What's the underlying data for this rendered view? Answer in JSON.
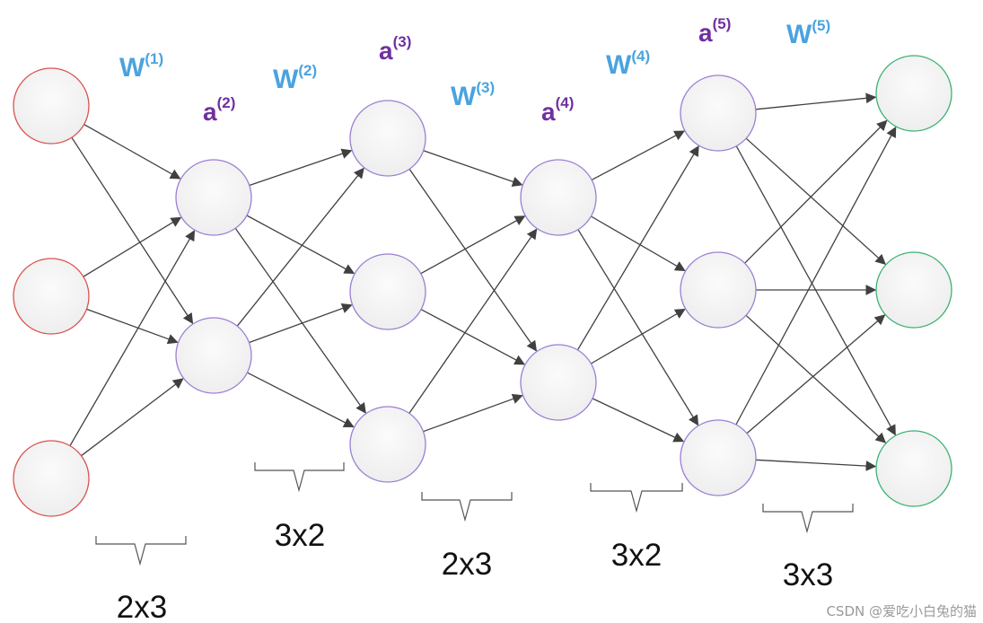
{
  "colors": {
    "input_node": "#d9534f",
    "hidden_node": "#9b7fd4",
    "output_node": "#3cb371",
    "weight_label": "#4aa3df",
    "activation_label": "#7030a0",
    "edge": "#404040"
  },
  "weight_labels": [
    {
      "base": "W",
      "sup": "(1)"
    },
    {
      "base": "W",
      "sup": "(2)"
    },
    {
      "base": "W",
      "sup": "(3)"
    },
    {
      "base": "W",
      "sup": "(4)"
    },
    {
      "base": "W",
      "sup": "(5)"
    }
  ],
  "activation_labels": [
    {
      "base": "a",
      "sup": "(2)"
    },
    {
      "base": "a",
      "sup": "(3)"
    },
    {
      "base": "a",
      "sup": "(4)"
    },
    {
      "base": "a",
      "sup": "(5)"
    }
  ],
  "dimension_labels": [
    "2x3",
    "3x2",
    "2x3",
    "3x2",
    "3x3"
  ],
  "layers": [
    {
      "node_count": 3,
      "role": "input"
    },
    {
      "node_count": 2,
      "role": "hidden"
    },
    {
      "node_count": 3,
      "role": "hidden"
    },
    {
      "node_count": 2,
      "role": "hidden"
    },
    {
      "node_count": 3,
      "role": "hidden"
    },
    {
      "node_count": 3,
      "role": "output"
    }
  ],
  "watermark": "CSDN @爱吃小白兔的猫"
}
